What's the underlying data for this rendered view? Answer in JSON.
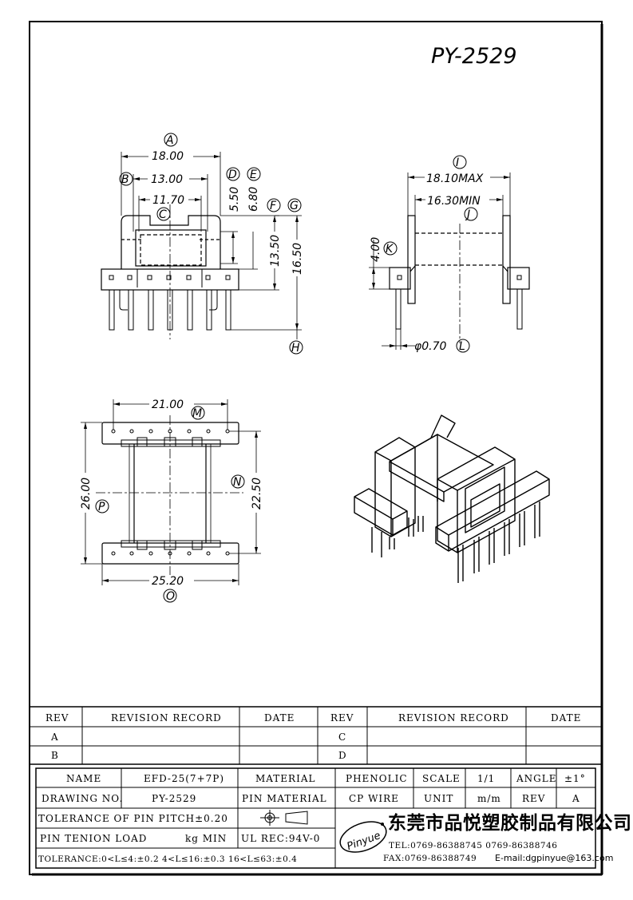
{
  "title": "PY-2529",
  "drawing_labels": {
    "A": "A",
    "B": "B",
    "C": "C",
    "D": "D",
    "E": "E",
    "F": "F",
    "G": "G",
    "H": "H",
    "I": "I",
    "J": "J",
    "K": "K",
    "L": "L",
    "M": "M",
    "N": "N",
    "O": "O",
    "P": "P"
  },
  "dimensions": {
    "a": "18.00",
    "b": "13.00",
    "c": "11.70",
    "d": "5.50",
    "e": "6.80",
    "f": "13.50",
    "g": "16.50",
    "i": "18.10MAX",
    "j": "16.30MIN",
    "k": "4.00",
    "l": "φ0.70",
    "m": "21.00",
    "n": "22.50",
    "p": "26.00",
    "o": "25.20"
  },
  "revision_table": {
    "rev": "REV",
    "record": "REVISION RECORD",
    "date": "DATE",
    "rows": [
      "A",
      "B"
    ],
    "rows2": [
      "C",
      "D"
    ]
  },
  "title_block": {
    "name_label": "NAME",
    "name_value": "EFD-25(7+7P)",
    "material_label": "MATERIAL",
    "material_value": "PHENOLIC",
    "scale_label": "SCALE",
    "scale_value": "1/1",
    "angle_label": "ANGLE",
    "angle_value": "±1°",
    "drawing_no_label": "DRAWING NO.",
    "drawing_no_value": "PY-2529",
    "pin_material_label": "PIN MATERIAL",
    "pin_material_value": "CP WIRE",
    "unit_label": "UNIT",
    "unit_value": "m/m",
    "rev_label": "REV",
    "rev_value": "A",
    "tolerance_pitch": "TOLERANCE OF PIN PITCH±0.20",
    "pin_tension": "PIN TENION LOAD",
    "pin_tension_unit": "kg MIN",
    "ul": "UL REC:94V-0",
    "tolerance": "TOLERANCE:0<L≤4:±0.2  4<L≤16:±0.3  16<L≤63:±0.4",
    "logo": "Pinyue",
    "company": "东莞市品悦塑胶制品有限公司",
    "tel": "TEL:0769-86388745   0769-86388746",
    "fax": "FAX:0769-86388749",
    "email": "E-mail:dgpinyue@163.com"
  }
}
